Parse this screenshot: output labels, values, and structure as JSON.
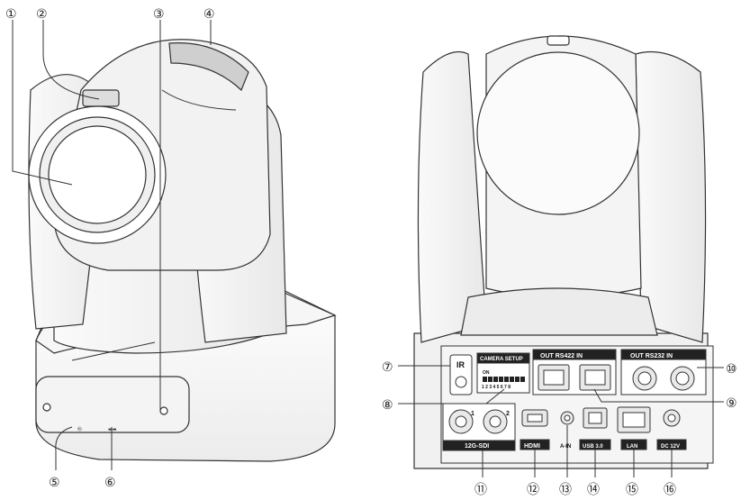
{
  "callouts": {
    "c1": "①",
    "c2": "②",
    "c3": "③",
    "c4": "④",
    "c5": "⑤",
    "c6": "⑥",
    "c7": "⑦",
    "c8": "⑧",
    "c9": "⑨",
    "c10": "⑩",
    "c11": "⑪",
    "c12": "⑫",
    "c13": "⑬",
    "c14": "⑭",
    "c15": "⑮",
    "c16": "⑯"
  },
  "panel_labels": {
    "ir": "IR",
    "camera_setup": "CAMERA SETUP",
    "dip_on": "ON",
    "dip_numbers": "1 2 3 4 5 6 7 8",
    "rs422": "OUT   RS422   IN",
    "rs232": "OUT   RS232   IN",
    "sdi_1": "1",
    "sdi_2": "2",
    "sdi": "12G-SDI",
    "hdmi": "HDMI",
    "ain": "A-IN",
    "usb": "USB 3.0",
    "lan": "LAN",
    "dc": "DC 12V"
  }
}
